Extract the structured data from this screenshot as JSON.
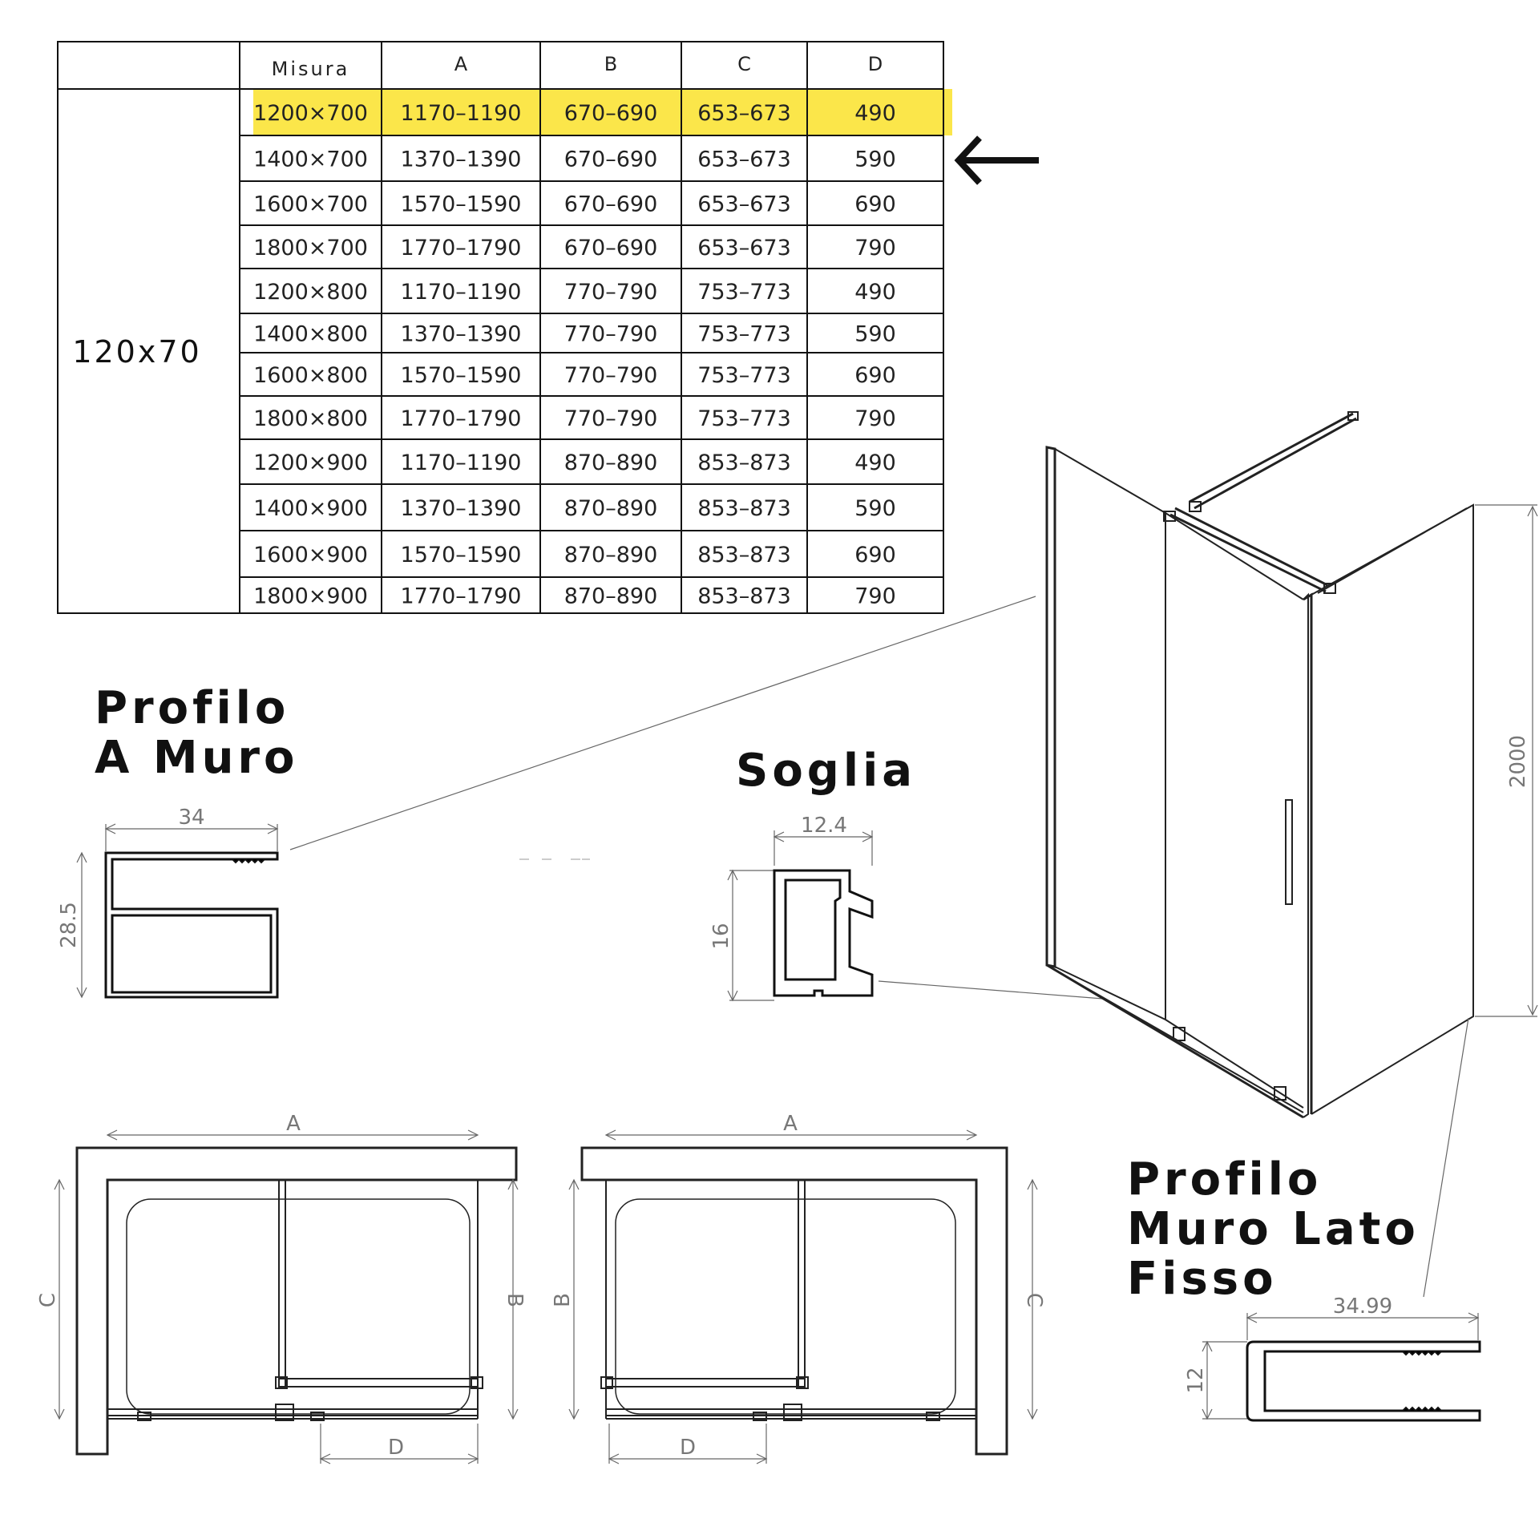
{
  "table": {
    "headers": [
      "Misura",
      "A",
      "B",
      "C",
      "D"
    ],
    "group_label": "120x70",
    "highlight_color": "#fbe64a",
    "rows": [
      [
        "1200×700",
        "1170–1190",
        "670–690",
        "653–673",
        "490"
      ],
      [
        "1400×700",
        "1370–1390",
        "670–690",
        "653–673",
        "590"
      ],
      [
        "1600×700",
        "1570–1590",
        "670–690",
        "653–673",
        "690"
      ],
      [
        "1800×700",
        "1770–1790",
        "670–690",
        "653–673",
        "790"
      ],
      [
        "1200×800",
        "1170–1190",
        "770–790",
        "753–773",
        "490"
      ],
      [
        "1400×800",
        "1370–1390",
        "770–790",
        "753–773",
        "590"
      ],
      [
        "1600×800",
        "1570–1590",
        "770–790",
        "753–773",
        "690"
      ],
      [
        "1800×800",
        "1770–1790",
        "770–790",
        "753–773",
        "790"
      ],
      [
        "1200×900",
        "1170–1190",
        "870–890",
        "853–873",
        "490"
      ],
      [
        "1400×900",
        "1370–1390",
        "870–890",
        "853–873",
        "590"
      ],
      [
        "1600×900",
        "1570–1590",
        "870–890",
        "853–873",
        "690"
      ],
      [
        "1800×900",
        "1770–1790",
        "870–890",
        "853–873",
        "790"
      ]
    ],
    "highlighted_row": 0,
    "arrow_icon": "arrow-left-icon"
  },
  "profilo_muro": {
    "title_line1": "Profilo",
    "title_line2": "A Muro",
    "dim_width": "34",
    "dim_height": "28.5"
  },
  "soglia": {
    "title": "Soglia",
    "dim_width": "12.4",
    "dim_height": "16"
  },
  "shower": {
    "dim_height": "2000"
  },
  "profilo_lato_fisso": {
    "title_line1": "Profilo",
    "title_line2": "Muro Lato",
    "title_line3": "Fisso",
    "dim_width": "34.99",
    "dim_height": "12"
  },
  "plan_left": {
    "dim_a": "A",
    "dim_b": "B",
    "dim_c": "C",
    "dim_d": "D"
  },
  "plan_right": {
    "dim_a": "A",
    "dim_b": "B",
    "dim_c": "C",
    "dim_d": "D"
  }
}
